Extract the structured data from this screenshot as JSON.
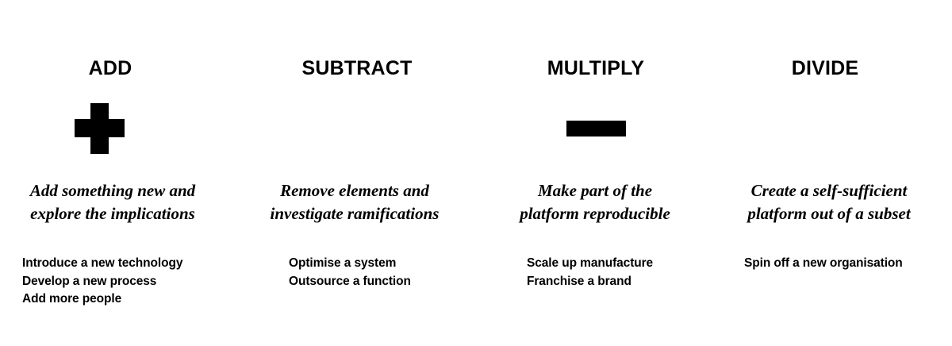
{
  "page": {
    "background_color": "#ffffff",
    "ink_color": "#000000",
    "layout": "four-column",
    "column_count": 4
  },
  "columns": [
    {
      "heading": "ADD",
      "symbol_name": "plus-icon",
      "symbol_glyph": "+",
      "description": "Add something new and\nexplore the implications",
      "description_lines": [
        "Add something new and",
        "explore the implications"
      ],
      "examples": [
        "Introduce a new technology",
        "Develop a new process",
        "Add more people"
      ]
    },
    {
      "heading": "SUBTRACT",
      "symbol_name": "minus-icon",
      "symbol_glyph": "−",
      "description": "Remove elements and\ninvestigate ramifications",
      "description_lines": [
        "Remove elements and",
        "investigate ramifications"
      ],
      "examples": [
        "Optimise a system",
        "Outsource a function"
      ]
    },
    {
      "heading": "MULTIPLY",
      "symbol_name": "multiply-icon",
      "symbol_glyph": "×",
      "description": "Make part of the\nplatform reproducible",
      "description_lines": [
        "Make part of the",
        "platform reproducible"
      ],
      "examples": [
        "Scale up manufacture",
        "Franchise a brand"
      ]
    },
    {
      "heading": "DIVIDE",
      "symbol_name": "divide-icon",
      "symbol_glyph": "÷",
      "description": "Create a self-sufficient\nplatform out of a subset",
      "description_lines": [
        "Create a self-sufficient",
        "platform out of a subset"
      ],
      "examples": [
        "Spin off a new organisation"
      ]
    }
  ]
}
